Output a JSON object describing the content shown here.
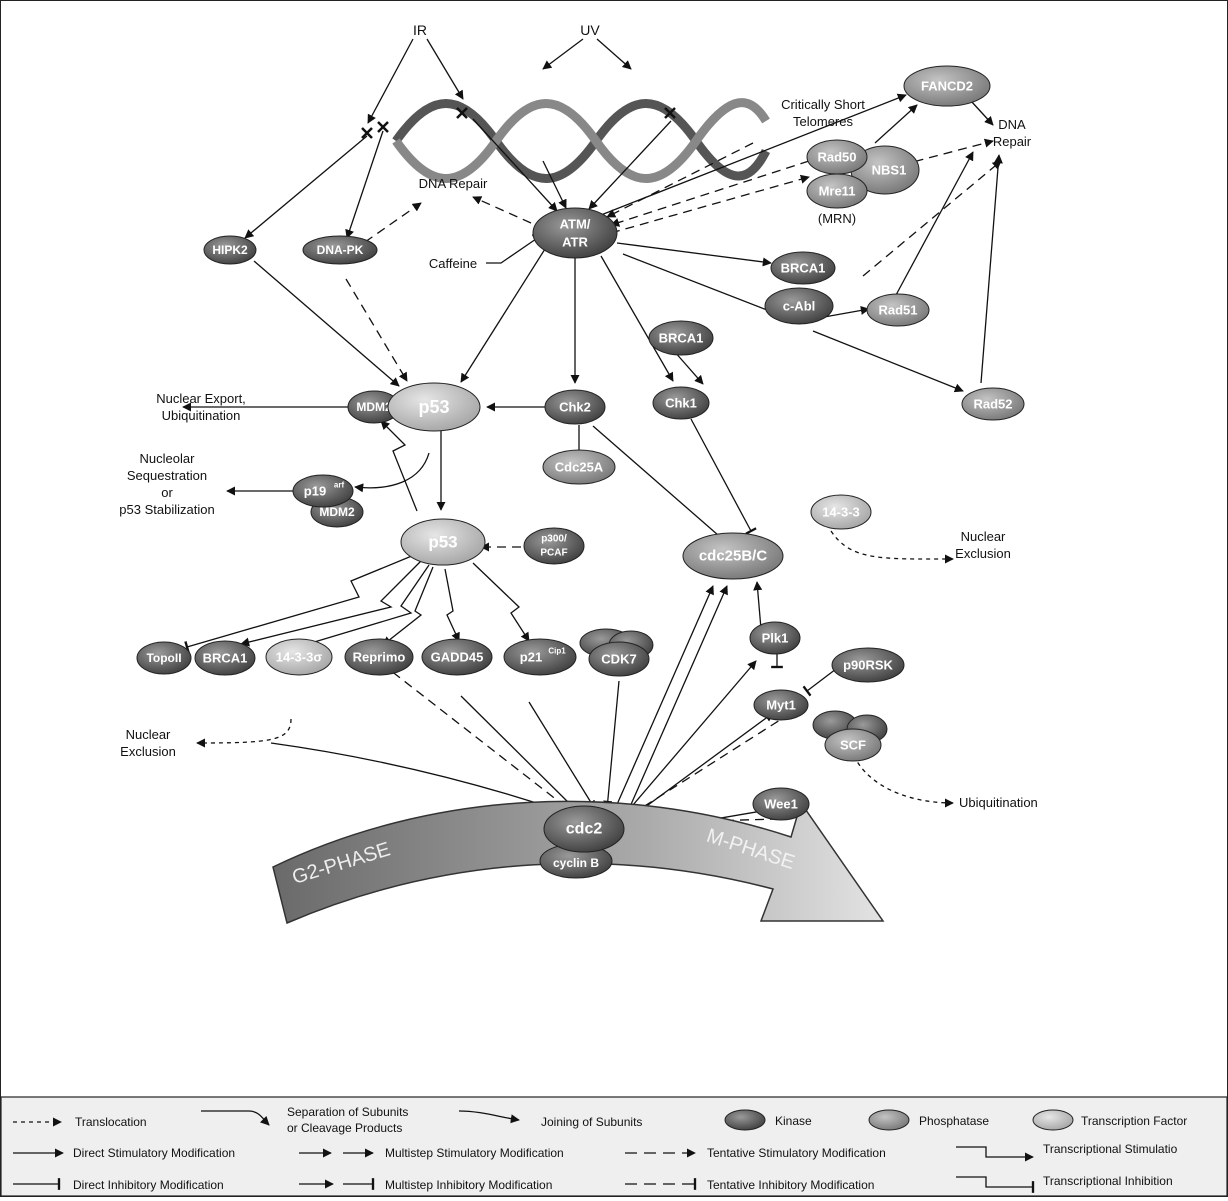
{
  "stimuli": {
    "ir": "IR",
    "uv": "UV",
    "telomeres_line1": "Critically Short",
    "telomeres_line2": "Telomeres"
  },
  "nodes": {
    "fancd2": "FANCD2",
    "rad50": "Rad50",
    "nbs1": "NBS1",
    "mre11": "Mre11",
    "mrn": "(MRN)",
    "atm_line1": "ATM/",
    "atm_line2": "ATR",
    "hipk2": "HIPK2",
    "dnapk": "DNA-PK",
    "brca1_a": "BRCA1",
    "brca1_b": "BRCA1",
    "cabl": "c-Abl",
    "rad51": "Rad51",
    "rad52": "Rad52",
    "mdm2": "MDM2",
    "p53_top": "p53",
    "chk2": "Chk2",
    "chk1": "Chk1",
    "cdc25a": "Cdc25A",
    "p19arf": "p19",
    "p19arf_sup": "arf",
    "mdm2_b": "MDM2",
    "p53_bottom": "p53",
    "p300_line1": "p300/",
    "p300_line2": "PCAF",
    "cdc25bc": "cdc25B/C",
    "s1433": "14-3-3",
    "topoii": "TopoII",
    "brca1_c": "BRCA1",
    "s1433s": "14-3-3σ",
    "reprimo": "Reprimo",
    "gadd45": "GADD45",
    "p21": "p21",
    "p21_sup": "Cip1",
    "cdk7": "CDK7",
    "plk1": "Plk1",
    "p90rsk": "p90RSK",
    "myt1": "Myt1",
    "scf": "SCF",
    "wee1": "Wee1",
    "cdc2": "cdc2",
    "cyclinb": "cyclin B"
  },
  "labels": {
    "dna_repair_top_line1": "DNA",
    "dna_repair_top_line2": "Repair",
    "dna_repair_left": "DNA Repair",
    "caffeine": "Caffeine",
    "nuclear_export_line1": "Nuclear Export,",
    "nuclear_export_line2": "Ubiquitination",
    "nucleolar_line1": "Nucleolar",
    "nucleolar_line2": "Sequestration",
    "nucleolar_line3": "or",
    "nucleolar_line4": "p53 Stabilization",
    "nuclear_excl_right_line1": "Nuclear",
    "nuclear_excl_right_line2": "Exclusion",
    "nuclear_excl_left_line1": "Nuclear",
    "nuclear_excl_left_line2": "Exclusion",
    "ubiquitination": "Ubiquitination",
    "g2_phase": "G2-PHASE",
    "m_phase": "M-PHASE"
  },
  "legend": {
    "translocation": "Translocation",
    "separation_line1": "Separation of Subunits",
    "separation_line2": "or Cleavage Products",
    "joining": "Joining of Subunits",
    "kinase": "Kinase",
    "phosphatase": "Phosphatase",
    "transcription_factor": "Transcription Factor",
    "direct_stim": "Direct Stimulatory Modification",
    "multistep_stim": "Multistep Stimulatory Modification",
    "tentative_stim": "Tentative Stimulatory Modification",
    "transcriptional_stim": "Transcriptional Stimulatio",
    "direct_inhib": "Direct Inhibitory Modification",
    "multistep_inhib": "Multistep Inhibitory Modification",
    "tentative_inhib": "Tentative Inhibitory Modification",
    "transcriptional_inhib": "Transcriptional Inhibition"
  },
  "colors": {
    "kinase": "#5a5a5a",
    "phosphatase": "#8f8f8f",
    "transcription_factor": "#bdbdbd",
    "outline": "#222222"
  }
}
